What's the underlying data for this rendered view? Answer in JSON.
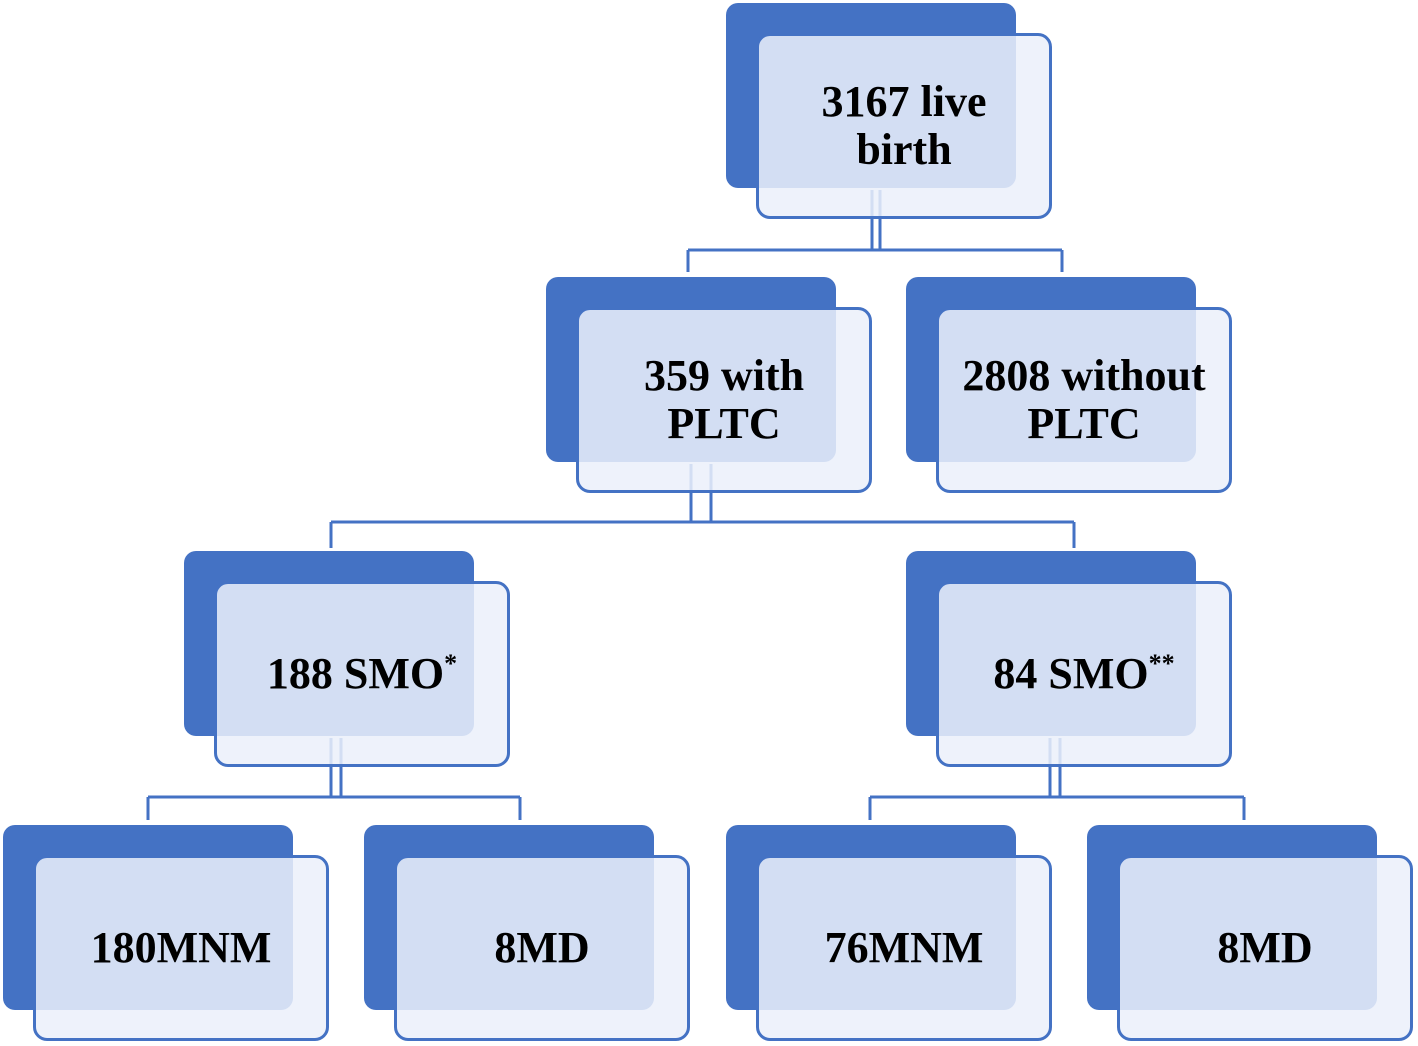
{
  "colors": {
    "box_back": "#4472C4",
    "box_front_fill": "#EBF0FA",
    "box_border": "#4472C4",
    "connector": "#4472C4"
  },
  "nodes": {
    "root": {
      "label": "3167 live\nbirth"
    },
    "with_pltc": {
      "label": "359 with\nPLTC"
    },
    "without_pltc": {
      "label": "2808 without\nPLTC"
    },
    "smo_left": {
      "label": "188 SMO",
      "sup": "*"
    },
    "smo_right": {
      "label": "84 SMO",
      "sup": "**"
    },
    "mnm_left": {
      "label": "180MNM"
    },
    "md_left": {
      "label": "8MD"
    },
    "mnm_right": {
      "label": "76MNM"
    },
    "md_right": {
      "label": "8MD"
    }
  }
}
